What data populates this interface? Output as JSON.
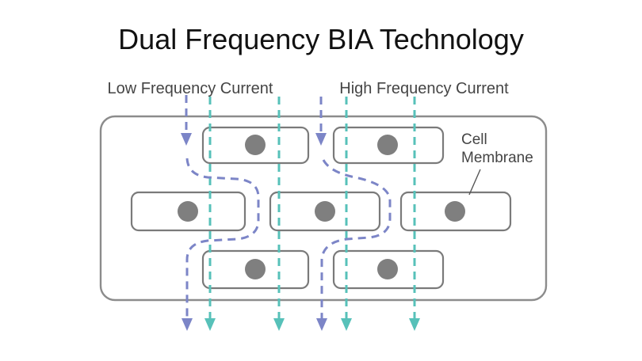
{
  "title": "Dual Frequency BIA Technology",
  "labels": {
    "low_frequency": "Low Frequency Current",
    "high_frequency": "High Frequency Current",
    "cell_membrane_line1": "Cell",
    "cell_membrane_line2": "Membrane"
  },
  "figure": {
    "cell_count": 7,
    "high_frequency_line_count": 4,
    "low_frequency_line_count": 2,
    "high_frequency_path": "passes straight through cells",
    "low_frequency_path": "weaves around cells between membranes"
  },
  "colors": {
    "low_frequency_line": "#7C85C7",
    "high_frequency_line": "#57C1B9",
    "cell_outline": "#7a7a7a",
    "tissue_outline": "#8c8c8c",
    "nucleus": "#7f7f7f",
    "title_text": "#111111",
    "label_text": "#454545",
    "background": "#ffffff"
  }
}
